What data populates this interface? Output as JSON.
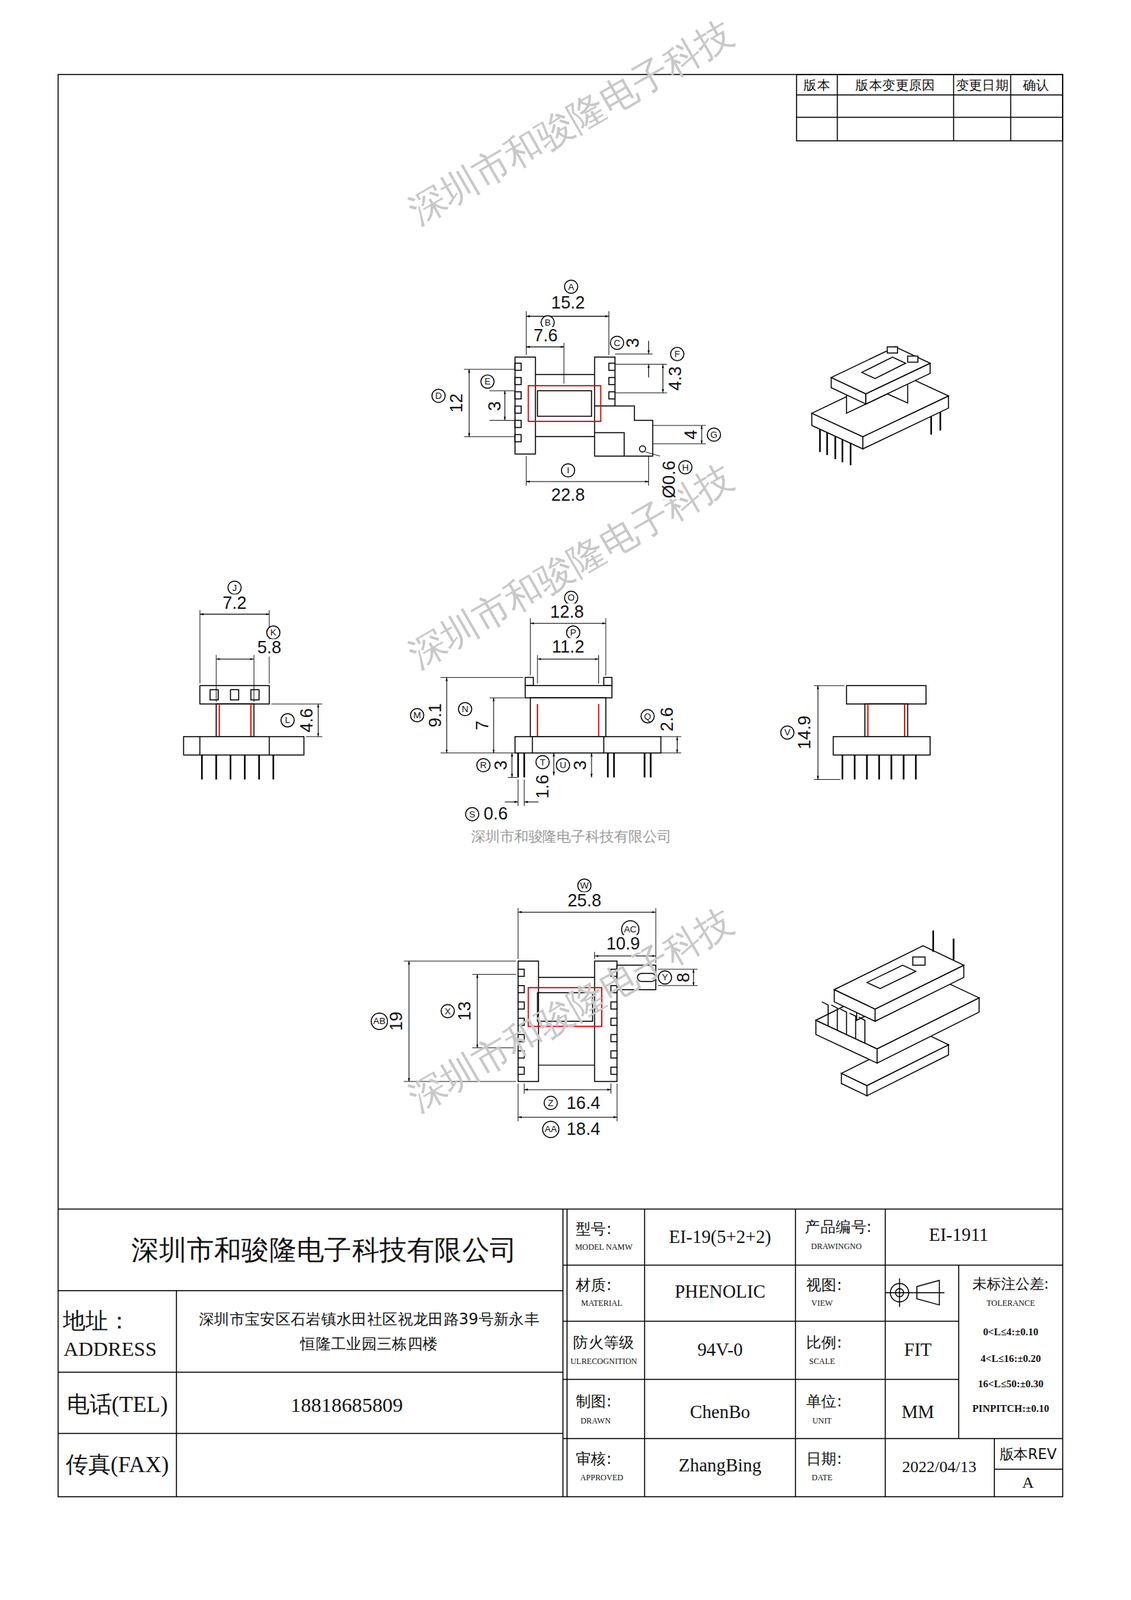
{
  "diagram": {
    "labels": [
      "版本",
      "版本变更原因",
      "变更日期",
      "确认",
      "A",
      "15.2",
      "B",
      "7.6",
      "C",
      "3",
      "F",
      "4.3",
      "D",
      "12",
      "E",
      "3",
      "G",
      "4",
      "H",
      "Ø0.6",
      "I",
      "22.8",
      "J",
      "7.2",
      "K",
      "5.8",
      "L",
      "4.6",
      "O",
      "12.8",
      "P",
      "11.2",
      "M",
      "9.1",
      "N",
      "7",
      "Q",
      "2.6",
      "R",
      "3",
      "T",
      "1.6",
      "U",
      "3",
      "S",
      "0.6",
      "V",
      "14.9",
      "深圳市和骏隆电子科技有限公司",
      "W",
      "25.8",
      "AC",
      "10.9",
      "Y",
      "8",
      "AB",
      "19",
      "X",
      "13",
      "Z",
      "16.4",
      "AA",
      "18.4",
      "深圳市和骏隆电子科技有限公司",
      "地址：",
      "ADDRESS",
      "深圳市宝安区石岩镇水田社区祝龙田路39号新永丰 恒隆工业园三栋四楼",
      "电话(TEL)",
      "18818685809",
      "传真(FAX)",
      "型号:",
      "MODEL NAMW",
      "EI-19(5+2+2)",
      "产品编号:",
      "DRAWINGNO",
      "EI-1911",
      "材质:",
      "MATERIAL",
      "PHENOLIC",
      "视图:",
      "VIEW",
      "未标注公差:",
      "TOLERANCE",
      "防火等级",
      "ULRECOGNITION",
      "94V-0",
      "比例:",
      "SCALE",
      "FIT",
      "0<L≤4:±0.10",
      "4<L≤16:±0.20",
      "16<L≤50:±0.30",
      "PINPITCH:±0.10",
      "制图:",
      "DRAWN",
      "ChenBo",
      "单位:",
      "UNIT",
      "MM",
      "审核:",
      "APPROVED",
      "ZhangBing",
      "日期:",
      "DATE",
      "2022/04/13",
      "版本REV",
      "A",
      "深圳市和骏隆电子科技",
      "深圳市和骏隆电子科技",
      "深圳市和骏隆电子科技"
    ]
  }
}
